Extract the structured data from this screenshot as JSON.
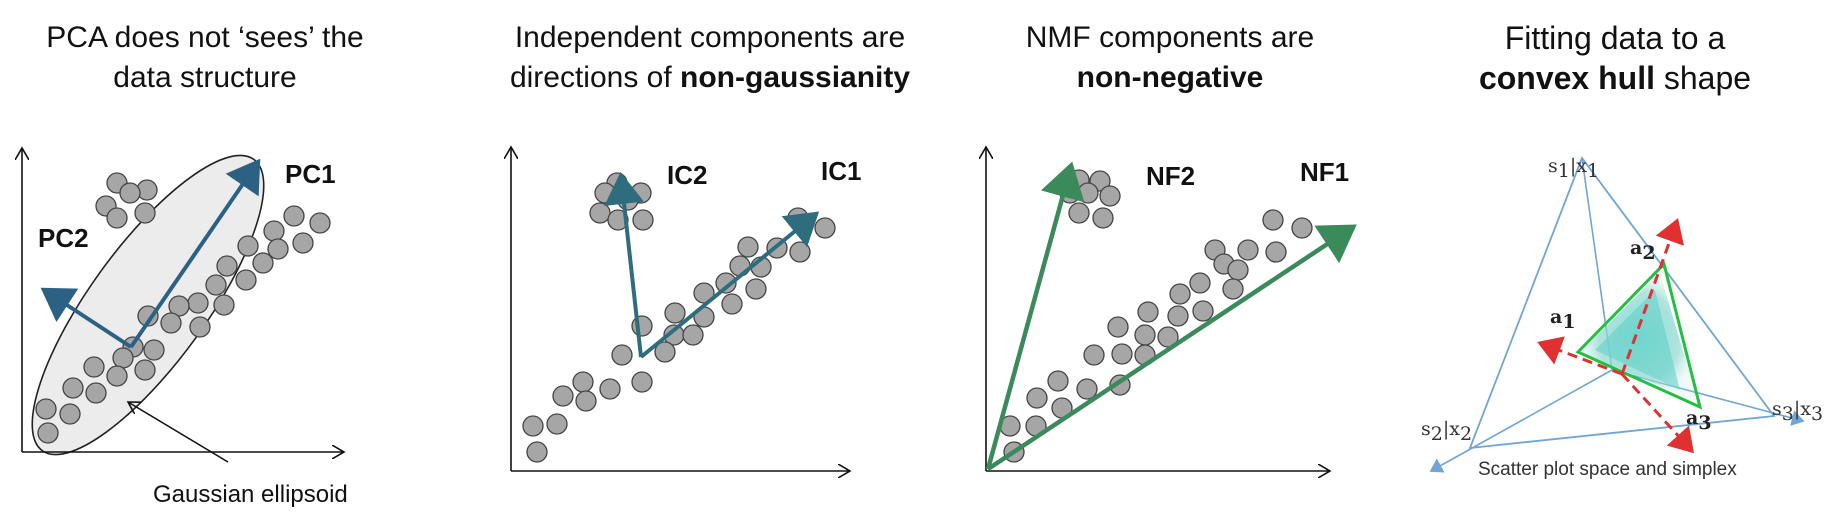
{
  "panels": [
    {
      "title_line1": "PCA does not ‘sees’ the",
      "title_line2": "data structure",
      "arrow_label_1": "PC1",
      "arrow_label_2": "PC2",
      "annotation": "Gaussian ellipsoid"
    },
    {
      "title_line1": "Independent components are",
      "title_line2_prefix": "directions of ",
      "title_line2_bold": "non-gaussianity",
      "arrow_label_1": "IC1",
      "arrow_label_2": "IC2"
    },
    {
      "title_line1": "NMF components are",
      "title_line2_bold": "non-negative",
      "arrow_label_1": "NF1",
      "arrow_label_2": "NF2"
    },
    {
      "title_line1": "Fitting data to a",
      "title_line2_bold": "convex hull",
      "title_line2_suffix": " shape",
      "axis_label_top_a": "s",
      "axis_label_top_sub_a": "1",
      "axis_label_top_b": "|x",
      "axis_label_top_sub_b": "1",
      "axis_label_left_a": "s",
      "axis_label_left_sub_a": "2",
      "axis_label_left_b": "|x",
      "axis_label_left_sub_b": "2",
      "axis_label_right_a": "s",
      "axis_label_right_sub_a": "3",
      "axis_label_right_b": "|x",
      "axis_label_right_sub_b": "3",
      "vertex_label_1": "a",
      "vertex_sub_1": "1",
      "vertex_label_2": "a",
      "vertex_sub_2": "2",
      "vertex_label_3": "a",
      "vertex_sub_3": "3",
      "caption": "Scatter plot space and simplex"
    }
  ],
  "colors": {
    "pca_arrow": "#2b6284",
    "ica_arrow": "#2e6d7e",
    "nmf_arrow": "#3a8a5a",
    "dot_fill": "#a6a6a6",
    "ellipse_fill": "#ececec",
    "simplex_line": "#6fa6d6",
    "hull_line": "#22c040",
    "red_arrow": "#e03030",
    "cloud": "#6fd6cf"
  }
}
